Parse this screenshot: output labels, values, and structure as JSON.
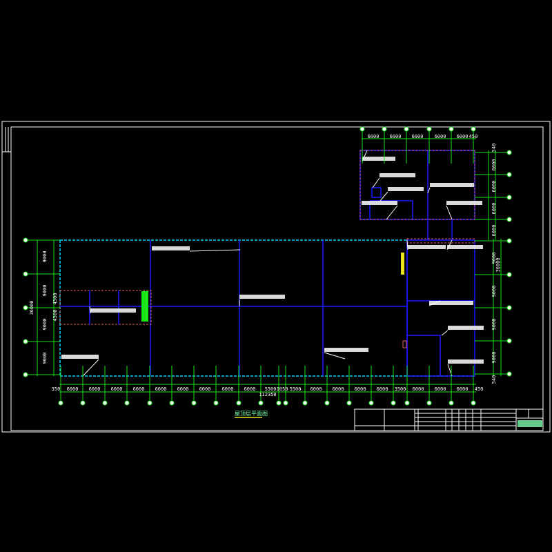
{
  "drawing": {
    "title": "屋顶层平面图",
    "bottom_dims": [
      "350",
      "6000",
      "6000",
      "6000",
      "6000",
      "6000",
      "6000",
      "6000",
      "6000",
      "6000",
      "5500",
      "1050",
      "5500",
      "6000",
      "6000",
      "6000",
      "6000",
      "3500",
      "6000",
      "6000",
      "6000",
      "450"
    ],
    "bottom_total": "112350",
    "left_dims": [
      "9000",
      "9000",
      "9000",
      "9000"
    ],
    "left_total": "36000",
    "left_inner_dims": [
      "4500",
      "4500"
    ],
    "right_dims": [
      "9000",
      "9000",
      "9000",
      "9000",
      "540"
    ],
    "right_total": "36000",
    "top_dims": [
      "6000",
      "6000",
      "6000",
      "6000",
      "6000",
      "450"
    ],
    "top_right_dims": [
      "540",
      "6000",
      "6000",
      "6000",
      "6000"
    ]
  },
  "colors": {
    "axis": "#19e619",
    "wall": "#1a1aff",
    "edge": "#00d8ff",
    "frame": "#ffffff"
  }
}
